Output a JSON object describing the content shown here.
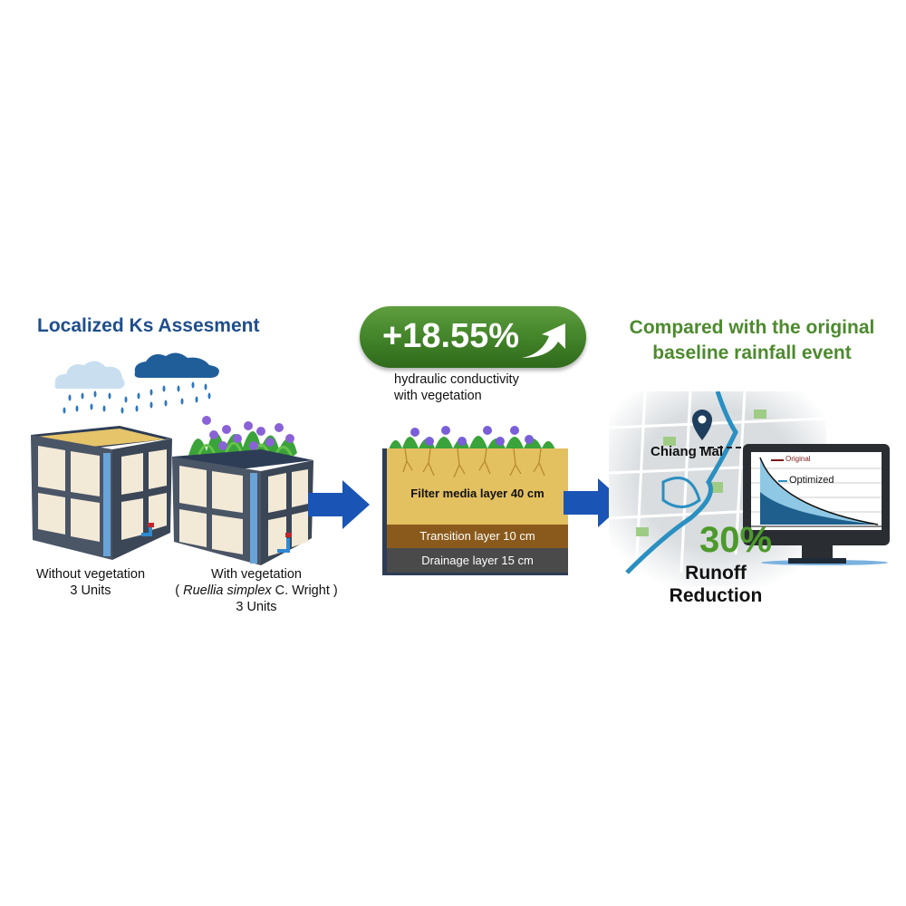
{
  "left_panel": {
    "title": "Localized Ks Assesment",
    "units": [
      {
        "label_line1": "Without vegetation",
        "label_line2": "3 Units"
      },
      {
        "label_line1": "With vegetation",
        "species_open": "( ",
        "species_italic": "Ruellia simplex",
        "species_rest": " C. Wright )",
        "label_line3": "3 Units"
      }
    ],
    "icons": [
      "rain-cloud-light",
      "rain-cloud-dark",
      "lysimeter-box-sand",
      "lysimeter-box-plants"
    ]
  },
  "center_panel": {
    "badge_value": "+18.55%",
    "badge_icon": "up-arrow",
    "badge_caption_line1": "hydraulic conductivity",
    "badge_caption_line2": "with vegetation",
    "layers": [
      {
        "label": "Filter media layer 40 cm",
        "color": "#e3c060"
      },
      {
        "label": "Transition layer 10 cm",
        "color": "#8a5a1c"
      },
      {
        "label": "Drainage layer 15 cm",
        "color": "#4a4a4a"
      }
    ]
  },
  "right_panel": {
    "title_line1": "Compared with the original",
    "title_line2": "baseline rainfall event",
    "location": "Chiang Mai",
    "chart_legend": [
      "Original",
      "Optimized"
    ],
    "reduction_value": "30%",
    "reduction_line1": "Runoff",
    "reduction_line2": "Reduction"
  },
  "colors": {
    "arrow_blue": "#1a55b5",
    "title_blue": "#1f4e8c",
    "title_green": "#4d8a2e",
    "badge_green": "#4a8a2e"
  }
}
